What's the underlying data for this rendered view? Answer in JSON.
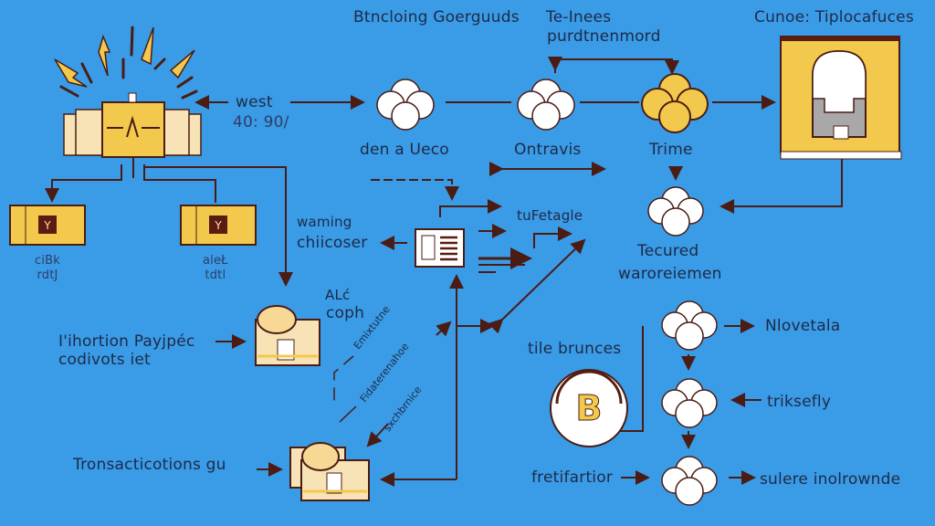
{
  "diagram": {
    "background_color": "#3a9be6",
    "accent_color": "#f2c94c",
    "line_color": "#4a1c14",
    "labels": {
      "west": "west",
      "west_sub": "40: 90/",
      "banking_top": "Btncloing Goerguuds",
      "te_inees": "Te-Inees",
      "pardtnenmord": "purdtnenmord",
      "cunoe": "Cunoe: Tiplocafuces",
      "den_a_ueco": "den a Ueco",
      "ontravis": "Ontravis",
      "trime": "Trime",
      "left_box_1": "ciBk\nrdtJ",
      "left_box_2": "aleŁ\ntdtl",
      "waming": "waming",
      "chicoser": "chiicoser",
      "feetagle": "tuFetagle",
      "tecured": "Tecured",
      "waroreiemen": "waroreiemen",
      "alc": "ALć",
      "coph": "coph",
      "ihortion": "I'ihortion Payjpéc",
      "codivots": "codivots iet",
      "tile_brunces": "tile brunces",
      "nlovetala": "Nlovetala",
      "triksefly": "triksefly",
      "fretifartior": "fretifartior",
      "sulere": "sulere inolrownde",
      "transactions": "Tronsacticotions gu",
      "rot1": "Emixtutne",
      "rot2": "Fidaterenahoe",
      "rot3": "sxchbrnice"
    },
    "icons": [
      "burst-icon",
      "wallet-stack-icon",
      "card-icon",
      "flower-node-icon",
      "document-icon",
      "coin-stack-icon",
      "bitcoin-coin-icon",
      "vending-machine-icon"
    ]
  }
}
